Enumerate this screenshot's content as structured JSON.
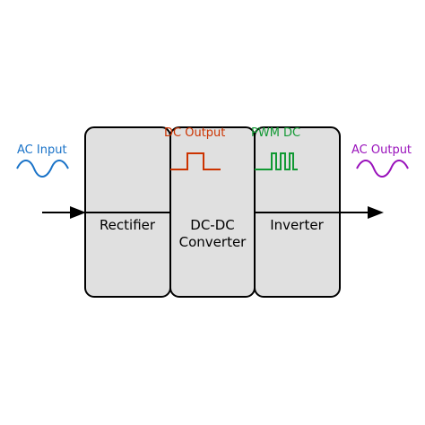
{
  "blocks": {
    "rectifier": {
      "label": "Rectifier"
    },
    "dcdc": {
      "line1": "DC-DC",
      "line2": "Converter"
    },
    "inverter": {
      "label": "Inverter"
    }
  },
  "signals": {
    "ac_input": {
      "label": "AC Input",
      "color": "#1a73c8"
    },
    "dc_output": {
      "label": "DC Output",
      "color": "#cc3300"
    },
    "pwm_dc": {
      "label": "PWM DC",
      "color": "#119933"
    },
    "ac_output": {
      "label": "AC Output",
      "color": "#9911bb"
    }
  },
  "colors": {
    "block_fill": "#e0e0e0",
    "block_stroke": "#000000"
  }
}
